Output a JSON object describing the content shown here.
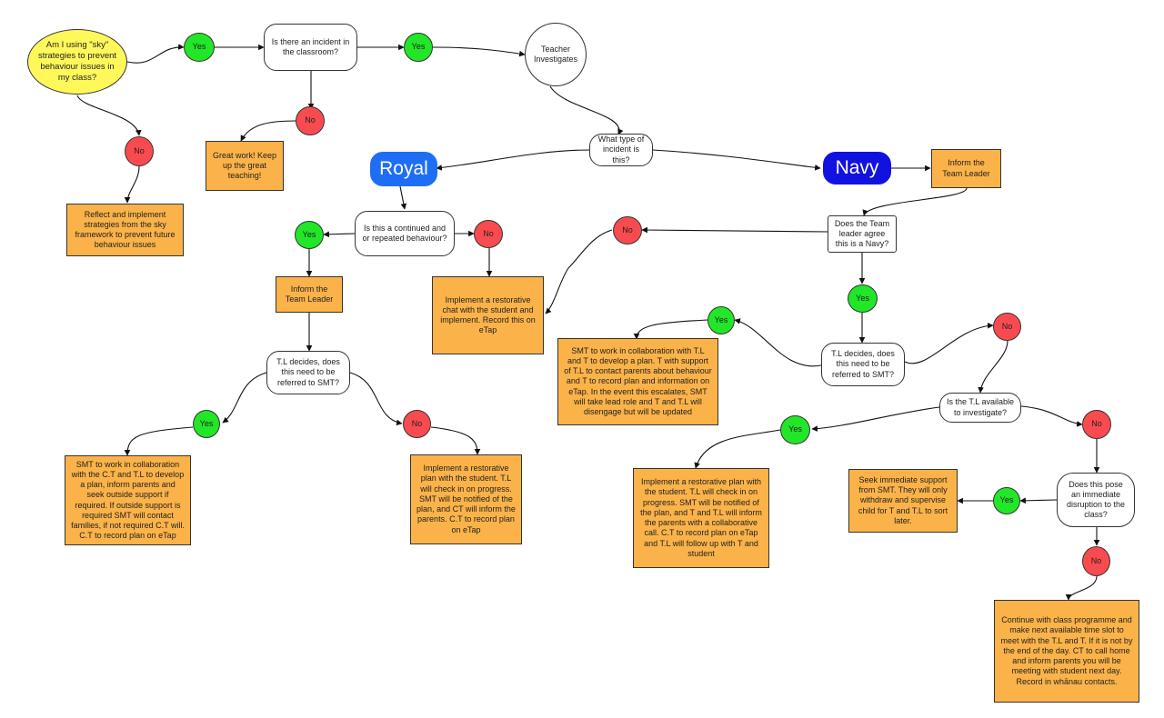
{
  "nodes": {
    "start": "Am I using \"sky\" strategies to prevent behaviour issues in my class?",
    "yes1": "Yes",
    "incident": "Is there an incident in the classroom?",
    "yes2": "Yes",
    "teacher_investigates": "Teacher Investigates",
    "no_start": "No",
    "reflect": "Reflect and implement strategies from the sky framework to prevent future behaviour issues",
    "no_incident": "No",
    "great_work": "Great work!  Keep up the great teaching!",
    "incident_type": "What type of incident is this?",
    "royal": "Royal",
    "navy": "Navy",
    "inform_tl_navy": "Inform the Team Leader",
    "repeated": "Is this a continued and or repeated behaviour?",
    "yes_repeated": "Yes",
    "no_repeated": "No",
    "inform_tl_royal": "Inform the Team Leader",
    "restorative_chat": "Implement a restorative chat with the student and implement.  Record this on eTap",
    "tl_decides_royal": "T.L decides, does this need to be referred to SMT?",
    "yes_smt_royal": "Yes",
    "no_smt_royal": "No",
    "smt_royal": "SMT to work in collaboration with the C.T and T.L to develop a plan, inform parents and seek outside support if required.  If outside support is required SMT will contact families, if not required C.T will. C.T to record plan on eTap",
    "restorative_plan_royal": "Implement a restorative plan with the student.  T.L will check in on progress.  SMT will be notified of the plan, and CT will inform the parents.  C.T to record plan on eTap",
    "tl_agree": "Does the Team leader agree this is a Navy?",
    "no_agree": "No",
    "yes_agree": "Yes",
    "tl_decides_navy": "T.L decides, does this need to be referred to SMT?",
    "yes_smt_navy": "Yes",
    "no_smt_navy": "No",
    "smt_navy": "SMT to work in collaboration with T.L and T to develop a plan.  T with support of T.L to contact parents about behaviour and T to record plan and information on eTap. In the event this escalates, SMT will take lead role and T and T.L will disengage but will be updated",
    "tl_available": "Is the T.L available to investigate?",
    "yes_available": "Yes",
    "no_available": "No",
    "restorative_plan_navy": "Implement a restorative plan with the student.  T.L will check in on progress.  SMT will be notified of the plan, and T and T.L will inform the parents with a collaborative call.  C.T to record plan on eTap and T.L will follow up with T and student",
    "disruption": "Does this pose an immediate disruption to the class?",
    "yes_disruption": "Yes",
    "no_disruption": "No",
    "seek_support": "Seek immediate support from SMT.  They will only withdraw and supervise child for T and T.L to sort later.",
    "continue_programme": "Continue with class programme and make next available time slot to meet with the T.L and T.  If it is not by the end of the day.  CT to call home and inform parents you will be meeting with student next day. Record in whānau contacts."
  },
  "colors": {
    "box": "#fbb349",
    "yes": "#22e628",
    "no": "#f84b50",
    "start": "#fff85a",
    "royal": "#1e6ef5",
    "navy": "#1212e0"
  }
}
